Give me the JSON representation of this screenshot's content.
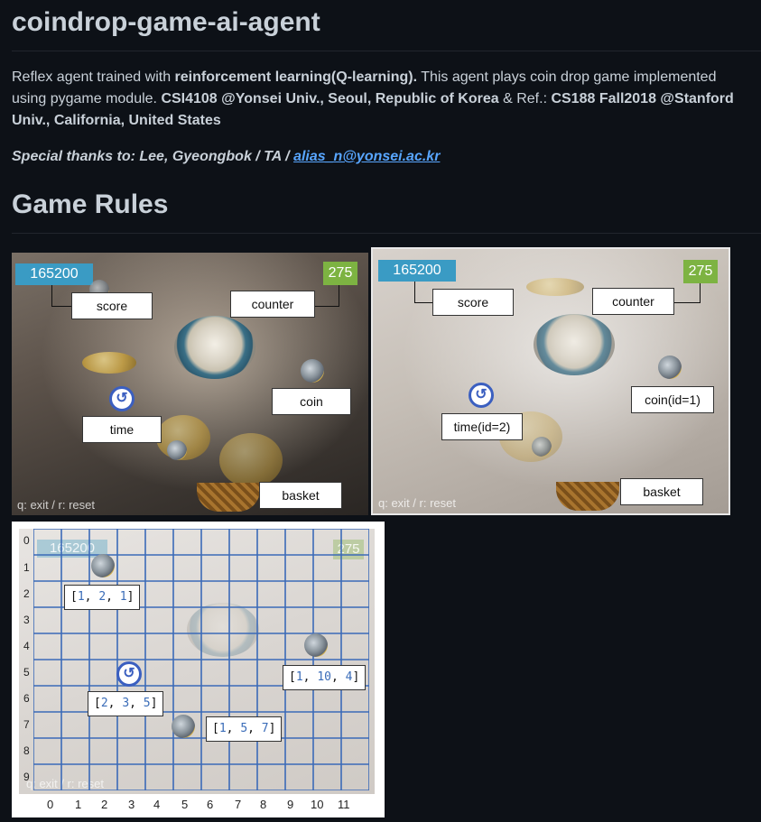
{
  "readme": {
    "title": "coindrop-game-ai-agent",
    "desc_1": "Reflex agent trained with ",
    "desc_b1": "reinforcement learning(Q-learning).",
    "desc_2": " This agent plays coin drop game implemented using pygame module. ",
    "desc_b2": "CSI4108 @Yonsei Univ., Seoul, Republic of Korea",
    "desc_3": " & Ref.: ",
    "desc_b3": "CS188 Fall2018 @Stanford Univ., California, United States",
    "thanks_prefix": "Special thanks to: Lee, Gyeongbok / TA / ",
    "thanks_link": "alias_n@yonsei.ac.kr",
    "section": "Game Rules"
  },
  "shot1": {
    "score": "165200",
    "counter": "275",
    "labels": {
      "score": "score",
      "counter": "counter",
      "coin": "coin",
      "time": "time",
      "basket": "basket"
    },
    "hint": "q: exit / r: reset"
  },
  "shot2": {
    "score": "165200",
    "counter": "275",
    "labels": {
      "score": "score",
      "counter": "counter",
      "coin": "coin(id=1)",
      "time": "time(id=2)",
      "basket": "basket"
    },
    "hint": "q: exit / r: reset"
  },
  "grid": {
    "rows": [
      "0",
      "1",
      "2",
      "3",
      "4",
      "5",
      "6",
      "7",
      "8",
      "9"
    ],
    "cols": [
      "0",
      "1",
      "2",
      "3",
      "4",
      "5",
      "6",
      "7",
      "8",
      "9",
      "10",
      "11"
    ],
    "faded_score": "165200",
    "faded_counter": "275",
    "faded_hint": "q: exit / r: reset",
    "coords": {
      "c1": {
        "a": "1",
        "b": "2",
        "c": "1"
      },
      "c2": {
        "a": "2",
        "b": "3",
        "c": "5"
      },
      "c3": {
        "a": "1",
        "b": "10",
        "c": "4"
      },
      "c4": {
        "a": "1",
        "b": "5",
        "c": "7"
      }
    }
  },
  "colors": {
    "score": "#3a9bc4",
    "counter": "#7db342",
    "link": "#58a6ff",
    "grid": "#3b6ab8"
  }
}
